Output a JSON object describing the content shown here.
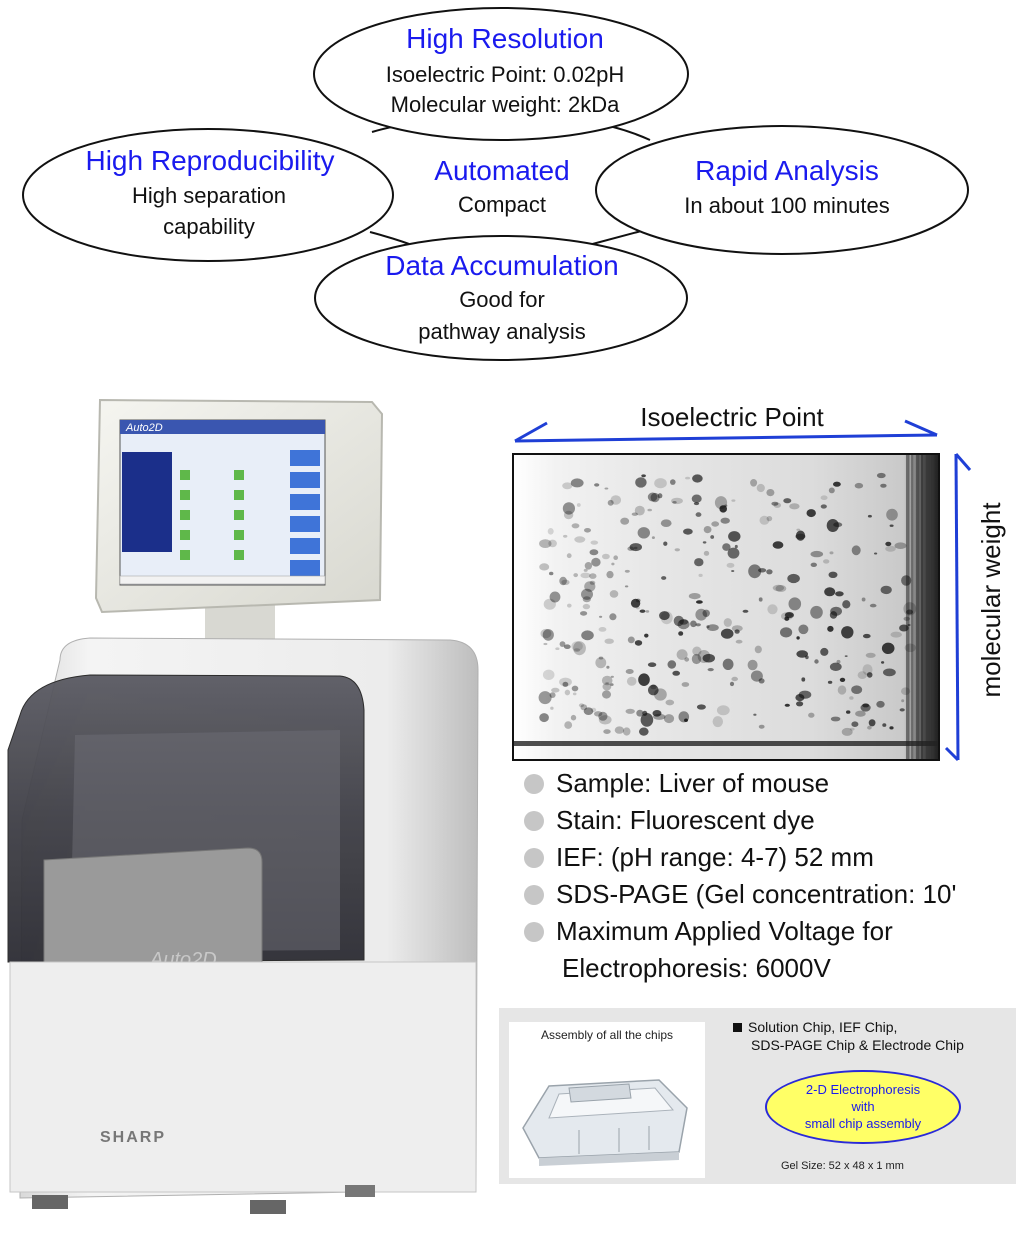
{
  "features": {
    "resolution": {
      "title": "High Resolution",
      "line1": "Isoelectric Point: 0.02pH",
      "line2": "Molecular weight: 2kDa"
    },
    "reproducibility": {
      "title": "High Reproducibility",
      "line1": "High separation",
      "line2": "capability"
    },
    "center": {
      "title": "Automated",
      "line1": "Compact"
    },
    "rapid": {
      "title": "Rapid Analysis",
      "line1": "In about 100 minutes"
    },
    "data": {
      "title": "Data Accumulation",
      "line1": "Good for",
      "line2": "pathway analysis"
    }
  },
  "gel": {
    "top_label": "Isoelectric Point",
    "side_label": "molecular weight"
  },
  "specs": [
    "Sample: Liver of mouse",
    "Stain: Fluorescent dye",
    "IEF: (pH range: 4-7) 52 mm",
    "SDS-PAGE (Gel concentration: 10'",
    "Maximum Applied Voltage for",
    "Electrophoresis:  6000V"
  ],
  "device": {
    "screen_logo": "Auto2D",
    "front_logo": "Auto2D",
    "brand": "SHARP"
  },
  "chips": {
    "assembly_label": "Assembly of  all the chips",
    "list_line1": "Solution Chip, IEF Chip,",
    "list_line2": "SDS-PAGE Chip & Electrode Chip",
    "badge_line1": "2-D Electrophoresis",
    "badge_line2": "with",
    "badge_line3": "small chip assembly",
    "gel_size": "Gel Size: 52 x 48 x 1 mm"
  },
  "colors": {
    "title_blue": "#1a1aee",
    "text": "#111111",
    "arrow_blue": "#1f3fd6",
    "badge_fill": "#ffff66",
    "bullet": "#c6c6c6"
  }
}
